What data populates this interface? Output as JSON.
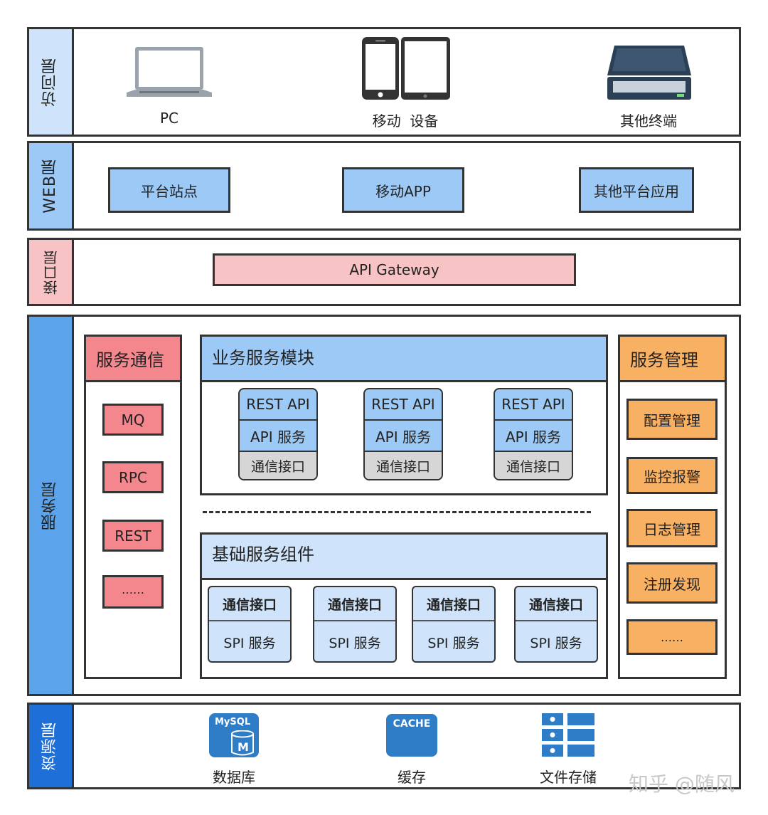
{
  "layers": {
    "access": {
      "label": "访问层",
      "items": [
        {
          "label": "PC",
          "icon": "laptop-icon"
        },
        {
          "label": "移动  设备",
          "icon": "mobile-devices-icon"
        },
        {
          "label": "其他终端",
          "icon": "scanner-icon"
        }
      ]
    },
    "web": {
      "label": "WEB层",
      "items": [
        "平台站点",
        "移动APP",
        "其他平台应用"
      ]
    },
    "interface": {
      "label": "接口层",
      "gateway": "API Gateway"
    },
    "service": {
      "label": "服务层",
      "communication": {
        "title": "服务通信",
        "items": [
          "MQ",
          "RPC",
          "REST",
          "……"
        ]
      },
      "business": {
        "title": "业务服务模块",
        "cards": [
          {
            "top": "REST API",
            "middle": "API 服务",
            "bottom": "通信接口"
          },
          {
            "top": "REST API",
            "middle": "API 服务",
            "bottom": "通信接口"
          },
          {
            "top": "REST API",
            "middle": "API 服务",
            "bottom": "通信接口"
          }
        ]
      },
      "base": {
        "title": "基础服务组件",
        "cards": [
          {
            "top": "通信接口",
            "bottom": "SPI 服务"
          },
          {
            "top": "通信接口",
            "bottom": "SPI 服务"
          },
          {
            "top": "通信接口",
            "bottom": "SPI 服务"
          },
          {
            "top": "通信接口",
            "bottom": "SPI 服务"
          }
        ]
      },
      "management": {
        "title": "服务管理",
        "items": [
          "配置管理",
          "监控报警",
          "日志管理",
          "注册发现",
          "……"
        ]
      }
    },
    "resource": {
      "label": "资源层",
      "items": [
        {
          "label": "数据库",
          "icon": "mysql-database-icon",
          "icon_text": "MySQL",
          "icon_sub": "M"
        },
        {
          "label": "缓存",
          "icon": "cache-icon",
          "icon_text": "CACHE"
        },
        {
          "label": "文件存储",
          "icon": "file-storage-icon"
        }
      ]
    }
  },
  "watermark": "知乎 @随风",
  "colors": {
    "blue": "#9cc9f5",
    "pink": "#f7c3c4",
    "red": "#f4878d",
    "orange": "#f8b062",
    "light_blue": "#cfe4fa",
    "dark_blue": "#1e6fd8",
    "icon_blue": "#2f7cc7"
  }
}
